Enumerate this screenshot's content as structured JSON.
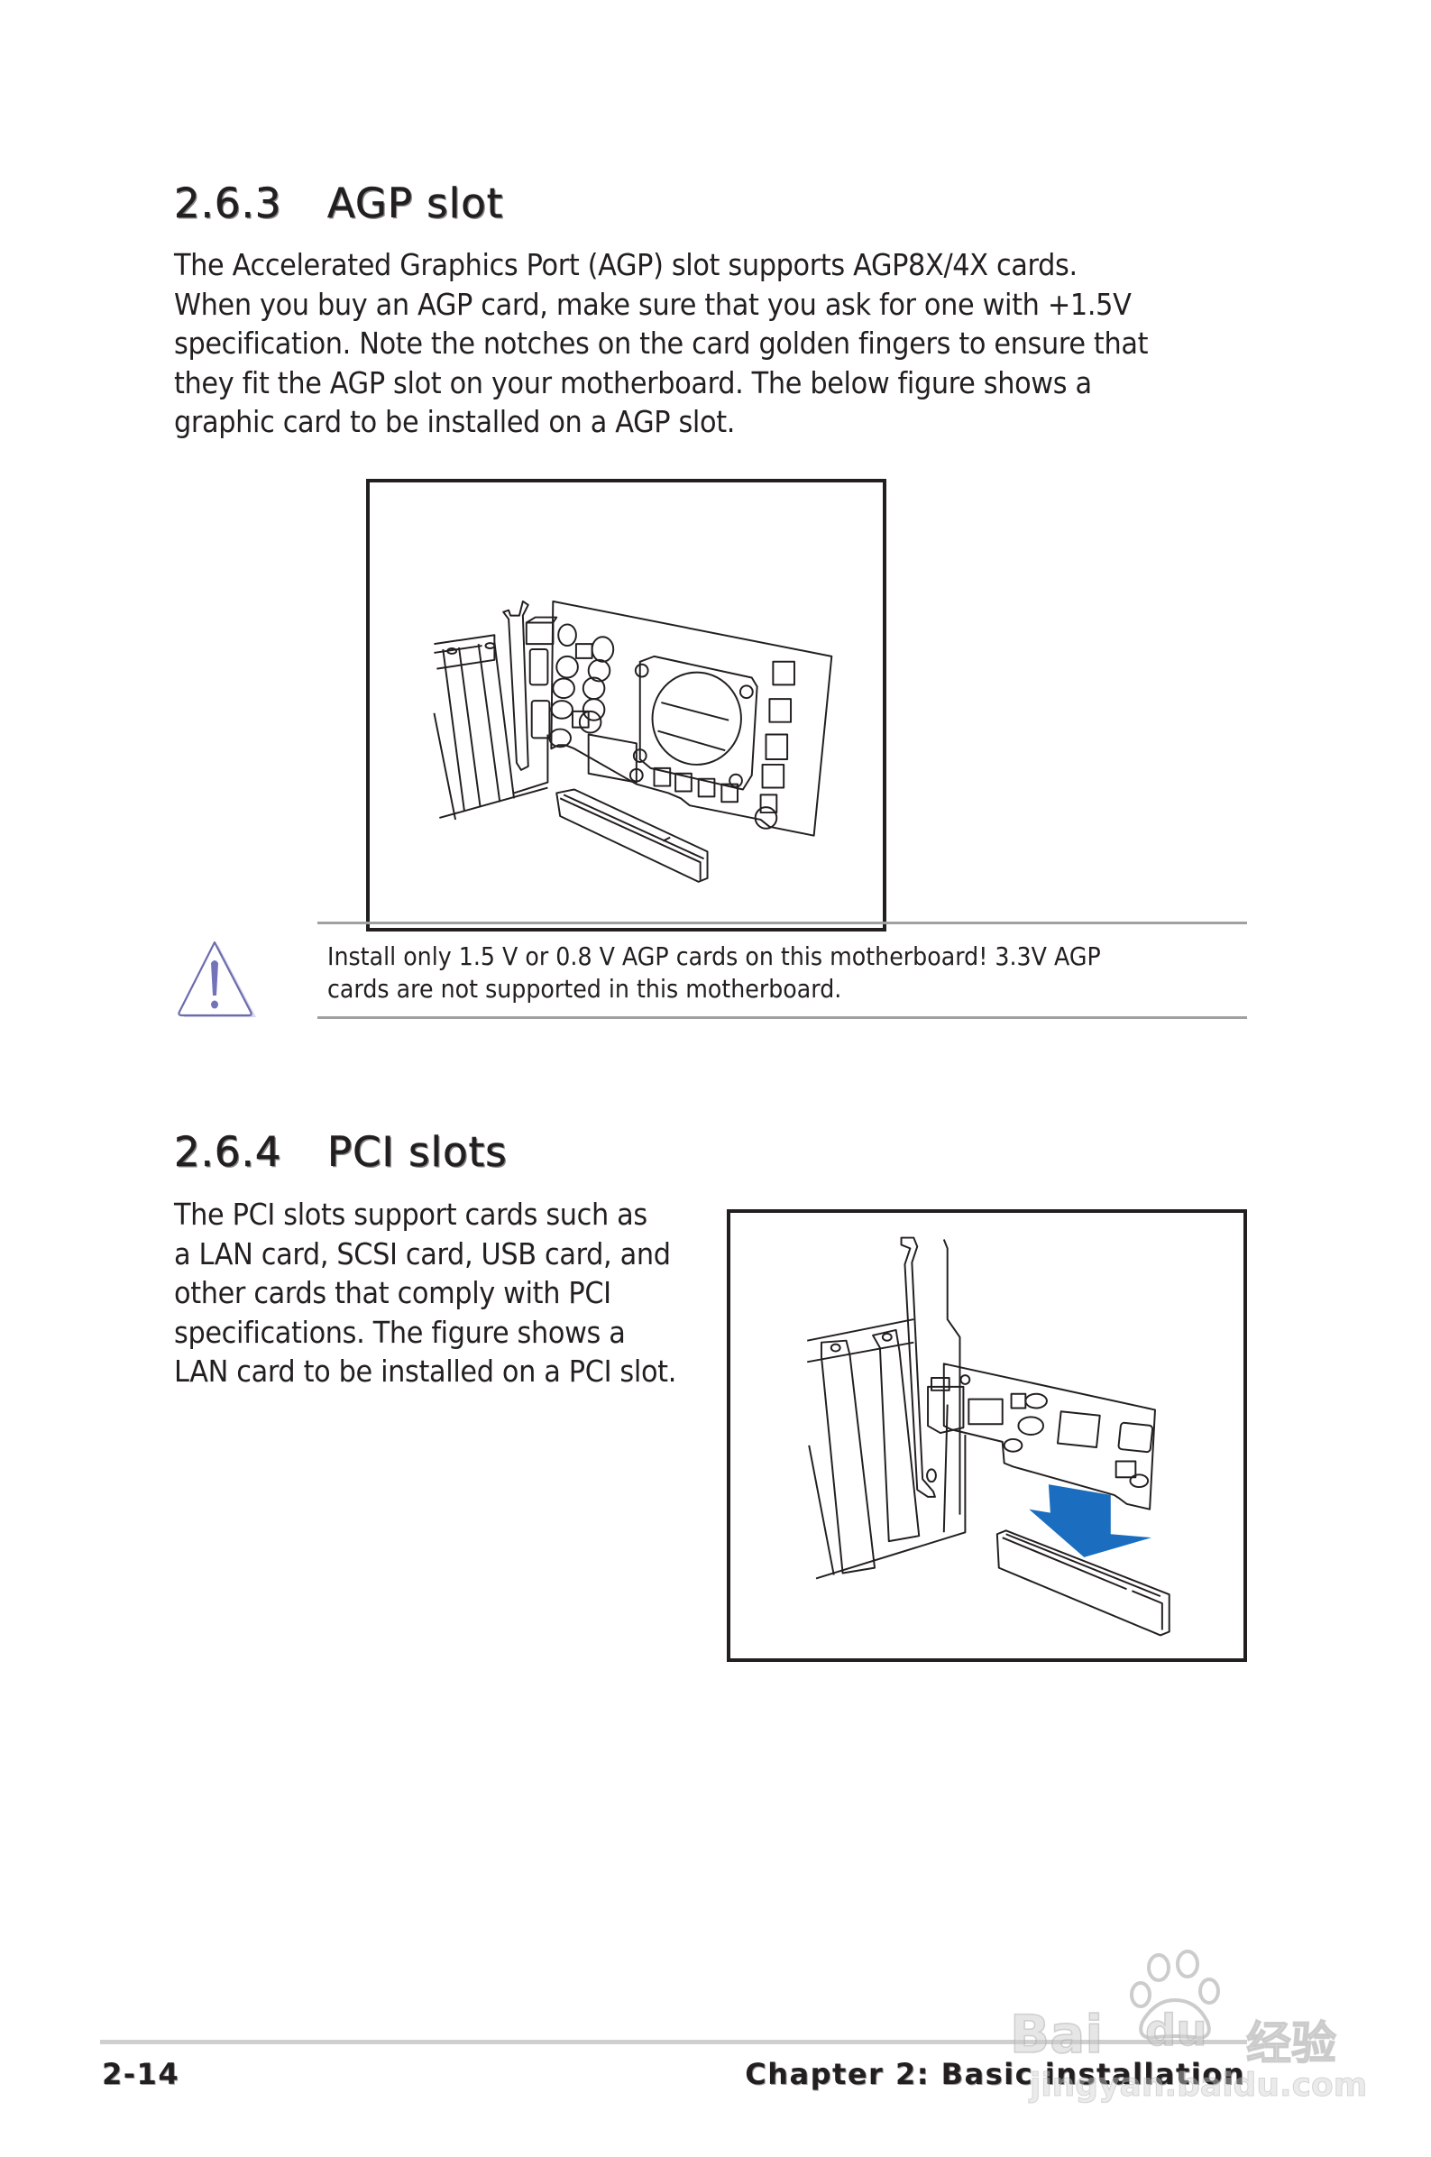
{
  "section_agp": {
    "number": "2.6.3",
    "title": "AGP slot",
    "paragraph_lines": [
      "The Accelerated Graphics Port (AGP) slot supports AGP8X/4X cards.",
      "When you buy an AGP card, make sure that you ask for one with +1.5V",
      "specification. Note the notches on the card golden fingers to ensure that",
      "they fit the AGP slot on your motherboard. The below figure shows a",
      "graphic card to be installed on a AGP slot."
    ],
    "figure": {
      "label": "agp-graphics-card-installation-illustration"
    }
  },
  "warning_note": {
    "icon": "warning-icon",
    "lines": [
      "Install only 1.5 V or 0.8 V AGP cards on this motherboard! 3.3V AGP",
      "cards are not supported in this motherboard."
    ],
    "icon_color": "#7373b9",
    "icon_shadow_color": "#c9c9e6"
  },
  "section_pci": {
    "number": "2.6.4",
    "title": "PCI slots",
    "paragraph_lines": [
      "The PCI slots support cards such as",
      "a LAN card, SCSI card, USB card, and",
      "other cards that comply with PCI",
      "specifications. The figure shows a",
      "LAN card to be installed on a PCI slot."
    ],
    "figure": {
      "label": "pci-lan-card-installation-illustration",
      "arrow_color": "#1a6dbf"
    }
  },
  "footer": {
    "page_number": "2-14",
    "chapter": "Chapter 2: Basic installation"
  },
  "watermark": {
    "brand": "Bai",
    "paw_text": "du",
    "cn_text": "经验",
    "url": "jingyan.baidu.com"
  }
}
